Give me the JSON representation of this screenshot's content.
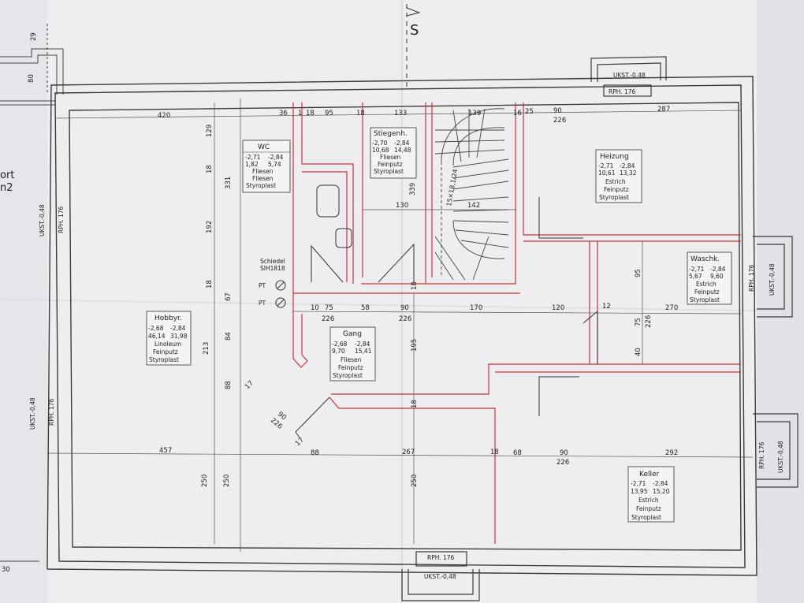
{
  "sheet": {
    "north_label": "S",
    "edge_text_1": "ort",
    "edge_text_2": "n2",
    "paper_color": "#eeeef1",
    "line_color": "#3a3a3a",
    "red_line_color": "#d0313a"
  },
  "rooms": {
    "wc": {
      "name": "WC",
      "rows": [
        [
          "-2,71",
          "-2,84"
        ],
        [
          "1,82",
          "5,74"
        ]
      ],
      "lines": [
        "Fliesen",
        "Fliesen",
        "Styroplast"
      ]
    },
    "stiegenhaus": {
      "name": "Stiegenh.",
      "rows": [
        [
          "-2,70",
          "-2,84"
        ],
        [
          "10,68",
          "14,48"
        ]
      ],
      "lines": [
        "Fliesen",
        "Feinputz",
        "Styroplast"
      ]
    },
    "heizung": {
      "name": "Heizung",
      "rows": [
        [
          "-2,71",
          "-2,84"
        ],
        [
          "10,61",
          "13,32"
        ]
      ],
      "lines": [
        "Estrich",
        "Feinputz",
        "Styroplast"
      ]
    },
    "waschk": {
      "name": "Waschk.",
      "rows": [
        [
          "-2,71",
          "-2,84"
        ],
        [
          "5,67",
          "9,60"
        ]
      ],
      "lines": [
        "Estrich",
        "Feinputz",
        "Styroplast"
      ]
    },
    "hobbyr": {
      "name": "Hobbyr.",
      "rows": [
        [
          "-2,68",
          "-2,84"
        ],
        [
          "46,14",
          "31,98"
        ]
      ],
      "lines": [
        "Linoleum",
        "Feinputz",
        "Styroplast"
      ]
    },
    "gang": {
      "name": "Gang",
      "rows": [
        [
          "-2,68",
          "-2,84"
        ],
        [
          "9,70",
          "15,41"
        ]
      ],
      "lines": [
        "Fliesen",
        "Feinputz",
        "Styroplast"
      ]
    },
    "keller": {
      "name": "Keller",
      "rows": [
        [
          "-2,71",
          "-2,84"
        ],
        [
          "13,95",
          "15,20"
        ]
      ],
      "lines": [
        "Estrich",
        "Feinputz",
        "Styroplast"
      ]
    }
  },
  "stair_label": "15×18,1/24",
  "panel": {
    "name": "Schiedel",
    "type": "SIH1818",
    "pt1": "PT",
    "pt2": "PT"
  },
  "level_labels": {
    "ukst_top": "UKST.-0,48",
    "rph_top": "RPH. 176",
    "ukst_left": "UKST.-0,48",
    "rph_left": "RPH. 176",
    "ukst_left2": "UKST.-0,48",
    "rph_left2": "RPH. 176",
    "ukst_right": "UKST.-0,48",
    "rph_right": "RPH. 176",
    "ukst_right2": "UKST.-0,48",
    "rph_right2": "RPH. 176",
    "rph_bottom": "RPH. 176",
    "ukst_bottom": "UKST.-0,48"
  },
  "dimensions": {
    "top_420": "420",
    "top_36": "36",
    "top_1": "1",
    "top_18a": "18",
    "top_95": "95",
    "top_18b": "18",
    "top_133": "133",
    "top_139": "139",
    "top_16": "16",
    "top_25": "25",
    "top_90": "90",
    "top_226": "226",
    "top_287": "287",
    "stair_130": "130",
    "stair_142": "142",
    "stair_339": "339",
    "row_10": "10",
    "row_75": "75",
    "row_58": "58",
    "row_90": "90",
    "row_170": "170",
    "row_120": "120",
    "row_12": "12",
    "row_270": "270",
    "row_226a": "226",
    "row_226b": "226",
    "w_95": "95",
    "w_75": "75",
    "w_226": "226",
    "w_40": "40",
    "v_129": "129",
    "v_18a": "18",
    "v_331": "331",
    "v_192": "192",
    "v_18b": "18",
    "v_67": "67",
    "v_213": "213",
    "v_84": "84",
    "v_88": "88",
    "v_250a": "250",
    "v_250b": "250",
    "v_195": "195",
    "v_18c": "18",
    "v_18d": "18",
    "v_250c": "250",
    "bot_457": "457",
    "bot_88": "88",
    "bot_267": "267",
    "bot_18": "18",
    "bot_68": "68",
    "bot_90": "90",
    "bot_226": "226",
    "bot_292": "292",
    "diag_17a": "17",
    "diag_90": "90",
    "diag_226": "226",
    "diag_17b": "17",
    "left_80": "80",
    "left_29": "29",
    "left_30": "30"
  }
}
